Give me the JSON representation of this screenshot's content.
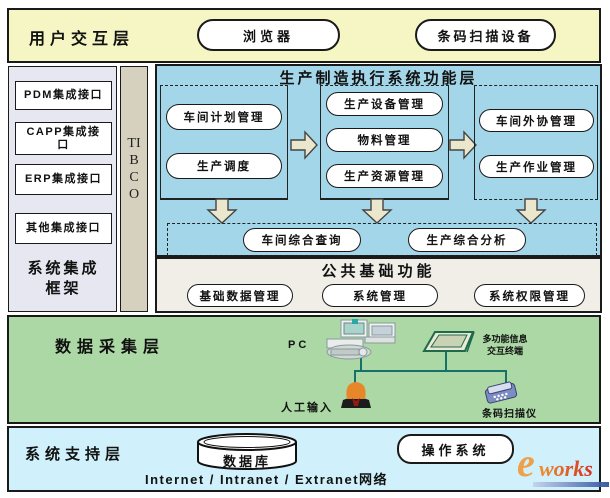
{
  "user_layer": {
    "title": "用户交互层",
    "browser": "浏览器",
    "barcode_device": "条码扫描设备"
  },
  "integration": {
    "title": "系统集成框架",
    "items": [
      "PDM集成接口",
      "CAPP集成接口",
      "ERP集成接口",
      "其他集成接口"
    ],
    "bus": "TIBCO"
  },
  "mes": {
    "title": "生产制造执行系统功能层",
    "group1": [
      "车间计划管理",
      "生产调度"
    ],
    "group2": [
      "生产设备管理",
      "物料管理",
      "生产资源管理"
    ],
    "group3": [
      "车间外协管理",
      "生产作业管理"
    ],
    "summary": [
      "车间综合查询",
      "生产综合分析"
    ]
  },
  "common": {
    "title": "公共基础功能",
    "items": [
      "基础数据管理",
      "系统管理",
      "系统权限管理"
    ]
  },
  "data_layer": {
    "title": "数据采集层",
    "pc": "PC",
    "terminal": "多功能信息交互终端",
    "manual_input": "人工输入",
    "scanner": "条码扫描仪"
  },
  "support_layer": {
    "title": "系统支持层",
    "database": "数据库",
    "os": "操作系统",
    "network": "Internet / Intranet / Extranet网络"
  },
  "watermark": {
    "e": "e",
    "works": "works"
  },
  "colors": {
    "user_layer_bg": "#F5F6C3",
    "integration_bg": "#E6E7F1",
    "tibco_bg": "#D5D1BE",
    "mes_bg": "#A3D6E8",
    "common_bg": "#F1EEE7",
    "arrow_fill": "#EBE7CC",
    "data_layer_bg": "#ABD8A4",
    "support_layer_bg": "#D0F1FB",
    "connector": "#17706a"
  }
}
